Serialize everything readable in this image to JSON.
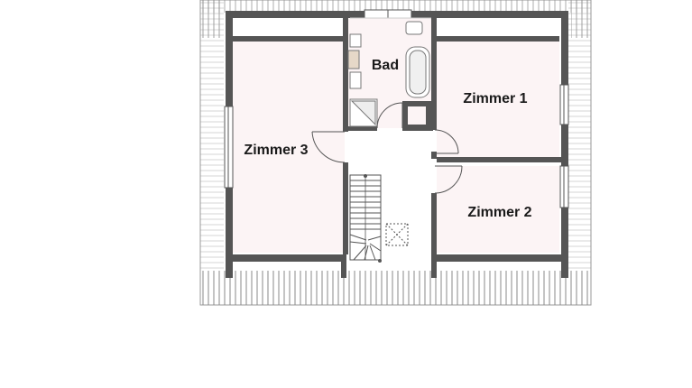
{
  "rooms": {
    "bad": "Bad",
    "zimmer1": "Zimmer 1",
    "zimmer2": "Zimmer 2",
    "zimmer3": "Zimmer 3"
  },
  "colors": {
    "wall": "#555555",
    "floor": "#fcf4f5",
    "roof_hatch": "#8a8a8a",
    "window": "#d8d8d8"
  }
}
